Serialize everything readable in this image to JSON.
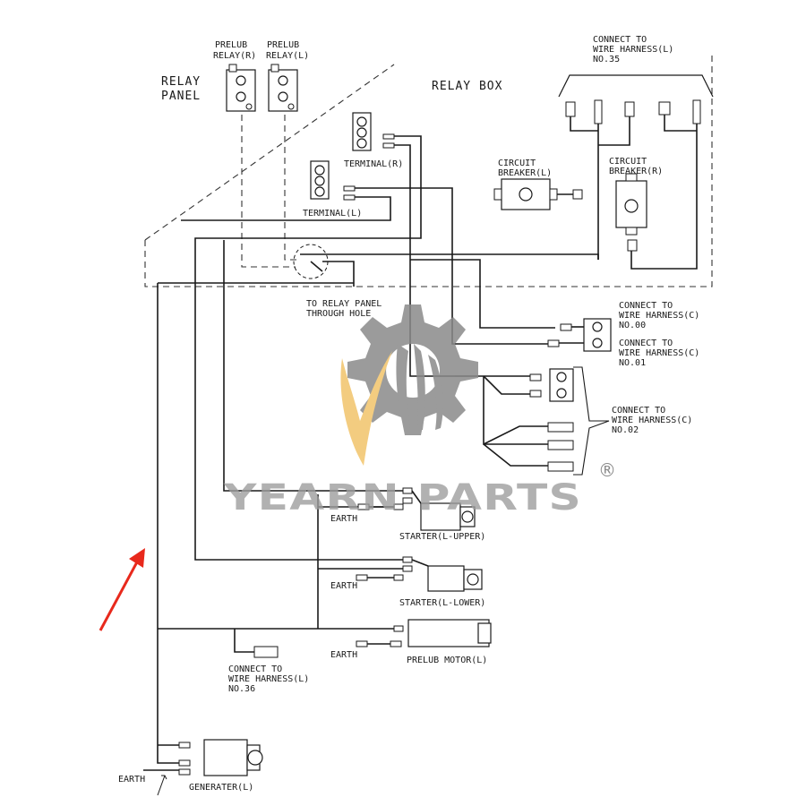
{
  "labels": {
    "relay_panel_line1": "RELAY",
    "relay_panel_line2": "PANEL",
    "relay_box": "RELAY BOX",
    "prelub_relay_r_line1": "PRELUB",
    "prelub_relay_r_line2": "RELAY(R)",
    "prelub_relay_l_line1": "PRELUB",
    "prelub_relay_l_line2": "RELAY(L)",
    "harness_l35_line1": "CONNECT TO",
    "harness_l35_line2": "WIRE HARNESS(L)",
    "harness_l35_line3": "NO.35",
    "terminal_r": "TERMINAL(R)",
    "terminal_l": "TERMINAL(L)",
    "cb_l_line1": "CIRCUIT",
    "cb_l_line2": "BREAKER(L)",
    "cb_r_line1": "CIRCUIT",
    "cb_r_line2": "BREAKER(R)",
    "through_hole_line1": "TO RELAY PANEL",
    "through_hole_line2": "THROUGH HOLE",
    "harness_c00_line1": "CONNECT TO",
    "harness_c00_line2": "WIRE HARNESS(C)",
    "harness_c00_line3": "NO.00",
    "harness_c01_line1": "CONNECT TO",
    "harness_c01_line2": "WIRE HARNESS(C)",
    "harness_c01_line3": "NO.01",
    "harness_c02_line1": "CONNECT TO",
    "harness_c02_line2": "WIRE HARNESS(C)",
    "harness_c02_line3": "NO.02",
    "earth_1": "EARTH",
    "earth_2": "EARTH",
    "earth_3": "EARTH",
    "earth_4": "EARTH",
    "starter_upper": "STARTER(L-UPPER)",
    "starter_lower": "STARTER(L-LOWER)",
    "prelub_motor": "PRELUB MOTOR(L)",
    "harness_l36_line1": "CONNECT TO",
    "harness_l36_line2": "WIRE HARNESS(L)",
    "harness_l36_line3": "NO.36",
    "generator": "GENERATER(L)"
  },
  "watermark": {
    "text": "YEARN PARTS",
    "registered": "®",
    "gear_color": "#8a8a8a",
    "leaf_color": "#f2c46b"
  },
  "colors": {
    "line": "#1a1a1a",
    "arrow": "#e8291c"
  }
}
